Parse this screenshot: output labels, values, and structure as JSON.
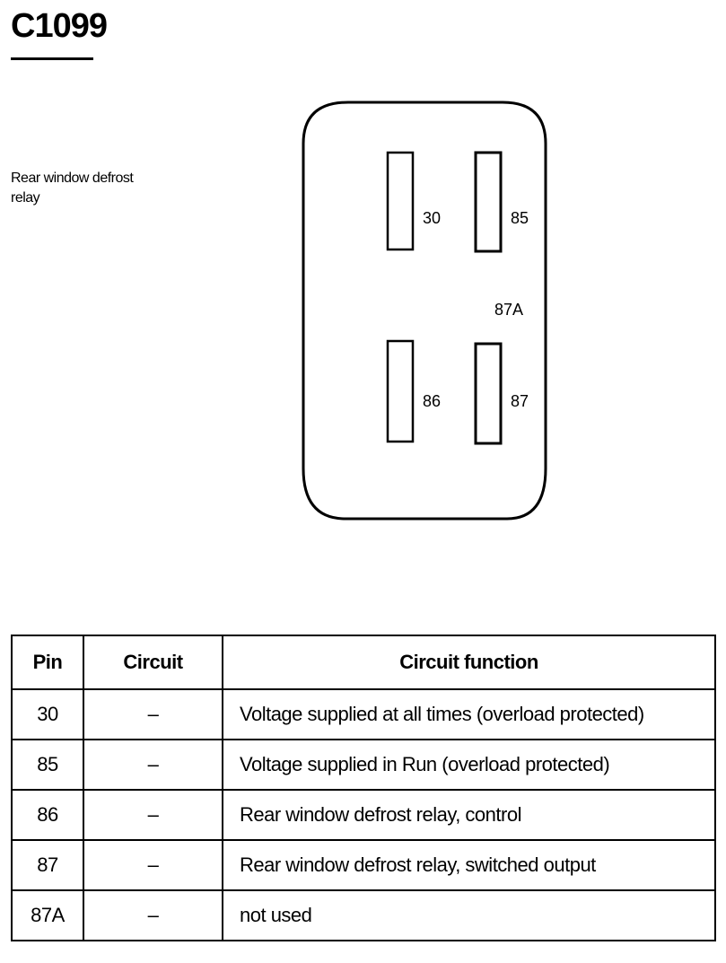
{
  "title": "C1099",
  "caption": {
    "line1": "Rear window defrost",
    "line2": "relay"
  },
  "connector": {
    "pins": [
      {
        "label": "30"
      },
      {
        "label": "85"
      },
      {
        "label": "86"
      },
      {
        "label": "87"
      }
    ],
    "extra_label": "87A"
  },
  "table": {
    "headers": {
      "pin": "Pin",
      "circuit": "Circuit",
      "function": "Circuit function"
    },
    "rows": [
      {
        "pin": "30",
        "circuit": "–",
        "function": "Voltage supplied at all times (overload protected)"
      },
      {
        "pin": "85",
        "circuit": "–",
        "function": "Voltage supplied in Run (overload protected)"
      },
      {
        "pin": "86",
        "circuit": "–",
        "function": "Rear window defrost relay, control"
      },
      {
        "pin": "87",
        "circuit": "–",
        "function": "Rear window defrost relay, switched output"
      },
      {
        "pin": "87A",
        "circuit": "–",
        "function": "not used"
      }
    ]
  }
}
